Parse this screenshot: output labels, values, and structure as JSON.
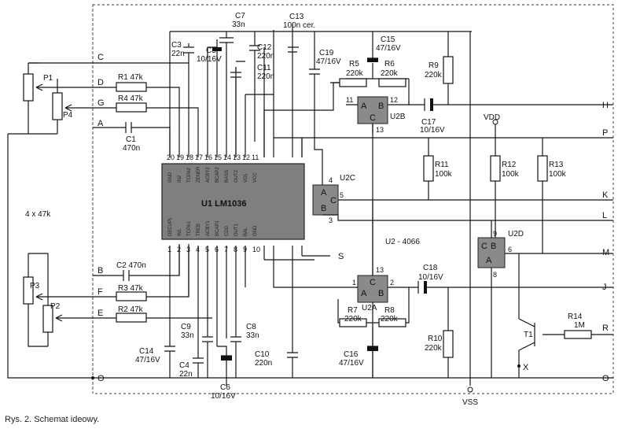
{
  "caption": "Rys. 2. Schemat ideowy.",
  "chip": {
    "name": "U1  LM1036",
    "top_pins": [
      {
        "num": "20",
        "fn": "GND"
      },
      {
        "num": "19",
        "fn": "IN2"
      },
      {
        "num": "18",
        "fn": "TCPA2"
      },
      {
        "num": "17",
        "fn": "ZENER"
      },
      {
        "num": "16",
        "fn": "ACBY2"
      },
      {
        "num": "15",
        "fn": "BCAP2"
      },
      {
        "num": "14",
        "fn": "BASS"
      },
      {
        "num": "13",
        "fn": "OUT2"
      },
      {
        "num": "12",
        "fn": "VOL"
      },
      {
        "num": "11",
        "fn": "VCC"
      }
    ],
    "bottom_pins": [
      {
        "num": "1",
        "fn": "DECUPL"
      },
      {
        "num": "2",
        "fn": "IN1"
      },
      {
        "num": "3",
        "fn": "TCPA1"
      },
      {
        "num": "4",
        "fn": "TREB"
      },
      {
        "num": "5",
        "fn": "ACBY1"
      },
      {
        "num": "6",
        "fn": "BCAP1"
      },
      {
        "num": "7",
        "fn": "CDD"
      },
      {
        "num": "8",
        "fn": "OUT1"
      },
      {
        "num": "9",
        "fn": "BAL"
      },
      {
        "num": "10",
        "fn": "GND"
      }
    ]
  },
  "switches": {
    "u2a": {
      "name": "U2A",
      "a": "A",
      "b": "B",
      "c": "C",
      "p1": "1",
      "p2": "2",
      "p3": "13"
    },
    "u2b": {
      "name": "U2B",
      "a": "A",
      "b": "B",
      "c": "C",
      "p1": "11",
      "p2": "12",
      "p3": "13"
    },
    "u2c": {
      "name": "U2C",
      "a": "A",
      "b": "B",
      "c": "C",
      "p1": "4",
      "p2": "5",
      "p3": "3"
    },
    "u2d": {
      "name": "U2D",
      "a": "A",
      "b": "B",
      "c": "C",
      "p1": "9",
      "p2": "6",
      "p3": "8"
    },
    "part": "U2 - 4066"
  },
  "components": {
    "c3": [
      "C3",
      "22n"
    ],
    "c5": [
      "C5",
      "10/16V"
    ],
    "c7": [
      "C7",
      "33n"
    ],
    "c12": [
      "C12",
      "220n"
    ],
    "c11": [
      "C11",
      "220n"
    ],
    "c13": [
      "C13",
      "100n cer."
    ],
    "c19": [
      "C19",
      "47/16V"
    ],
    "c15": [
      "C15",
      "47/16V"
    ],
    "r5": [
      "R5",
      "220k"
    ],
    "r6": [
      "R6",
      "220k"
    ],
    "r9": [
      "R9",
      "220k"
    ],
    "c17": [
      "C17",
      "10/16V"
    ],
    "r1": [
      "R1 47k"
    ],
    "r4": [
      "R4 47k"
    ],
    "c1": [
      "C1",
      "470n"
    ],
    "r11": [
      "R11",
      "100k"
    ],
    "r12": [
      "R12",
      "100k"
    ],
    "r13": [
      "R13",
      "100k"
    ],
    "c2": [
      "C2 470n"
    ],
    "r3": [
      "R3 47k"
    ],
    "r2": [
      "R2 47k"
    ],
    "c9": [
      "C9",
      "33n"
    ],
    "c8": [
      "C8",
      "33n"
    ],
    "c4": [
      "C4",
      "22n"
    ],
    "c14": [
      "C14",
      "47/16V"
    ],
    "c6": [
      "C6",
      "10/16V"
    ],
    "c10": [
      "C10",
      "220n"
    ],
    "c16": [
      "C16",
      "47/16V"
    ],
    "r7": [
      "R7",
      "220k"
    ],
    "r8": [
      "R8",
      "220k"
    ],
    "r10": [
      "R10",
      "220k"
    ],
    "c18": [
      "C18",
      "10/16V"
    ],
    "r14": [
      "R14",
      "1M"
    ],
    "t1": "T1",
    "p1": "P1",
    "p2": "P2",
    "p3": "P3",
    "p4": "P4",
    "pots": "4 x 47k"
  },
  "nets": {
    "left": [
      "C",
      "D",
      "G",
      "A",
      "B",
      "F",
      "E",
      "O"
    ],
    "right": [
      "H",
      "P",
      "K",
      "L",
      "M",
      "J",
      "R",
      "O"
    ],
    "vdd": "VDD",
    "vss": "VSS",
    "s": "S",
    "x": "X"
  }
}
